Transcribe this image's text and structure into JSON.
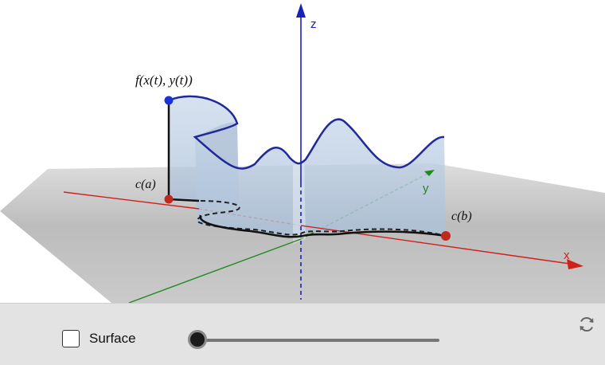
{
  "scene": {
    "axis_labels": {
      "x": "x",
      "y": "y",
      "z": "z"
    },
    "curve_labels": {
      "function": "f(x(t), y(t))",
      "start": "c(a)",
      "end": "c(b)"
    },
    "colors": {
      "plane": "#9a9a9a",
      "x_axis": "#d0201c",
      "y_axis": "#1f8a1f",
      "z_axis": "#1b21b8",
      "curve": "#1f2a9a",
      "surface": "#b9cde2",
      "point_start": "#c0281b",
      "point_top": "#1a33d6"
    }
  },
  "controls": {
    "surface_checkbox": {
      "label": "Surface",
      "checked": false
    },
    "slider": {
      "value": 0
    },
    "reset_icon": "refresh-icon"
  }
}
